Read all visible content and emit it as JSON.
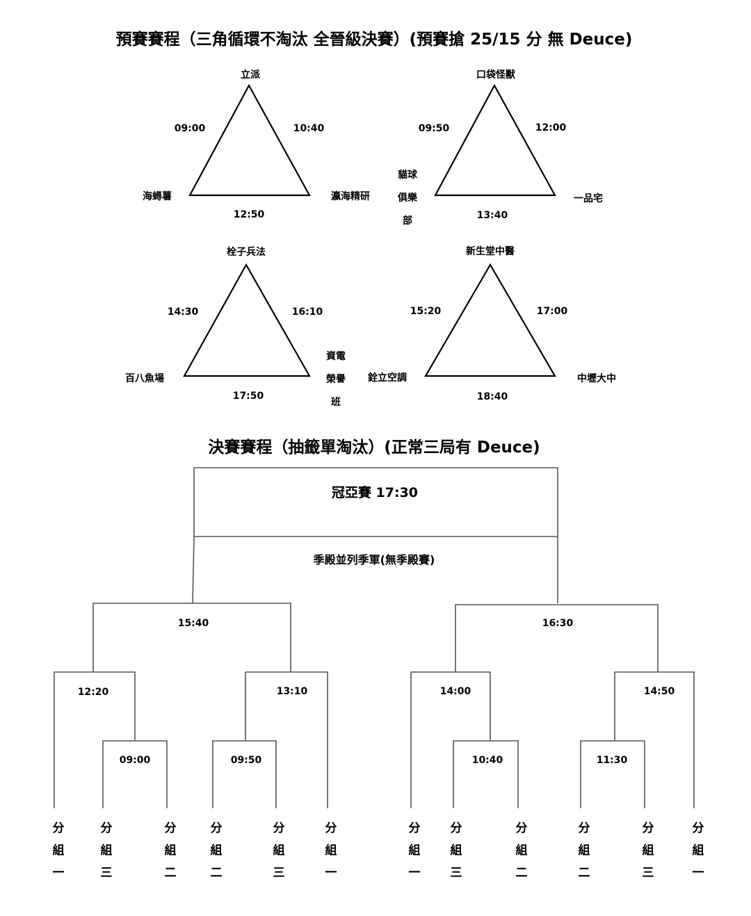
{
  "prelim": {
    "title": "預賽賽程（三角循環不淘汰  全晉級決賽）(預賽搶 25/15 分  無 Deuce)",
    "groups": [
      {
        "top": "立派",
        "left": "海蟳薯",
        "right": "瀛海精研",
        "t_left": "09:00",
        "t_right": "10:40",
        "t_bottom": "12:50"
      },
      {
        "top": "口袋怪獸",
        "left": [
          "貓球",
          "俱樂",
          "部"
        ],
        "right": "一品宅",
        "t_left": "09:50",
        "t_right": "12:00",
        "t_bottom": "13:40"
      },
      {
        "top": "栓子兵法",
        "left": "百八魚場",
        "right": [
          "資電",
          "榮譽",
          "班"
        ],
        "t_left": "14:30",
        "t_right": "16:10",
        "t_bottom": "17:50"
      },
      {
        "top": "新生堂中醫",
        "left": "銓立空調",
        "right": "中壢大中",
        "t_left": "15:20",
        "t_right": "17:00",
        "t_bottom": "18:40"
      }
    ]
  },
  "final": {
    "title": "決賽賽程（抽籤單淘汰）(正常三局有 Deuce)",
    "champion": "冠亞賽 17:30",
    "third": "季殿並列季軍(無季殿賽)",
    "semis": [
      "15:40",
      "16:30"
    ],
    "quarters": [
      "12:20",
      "13:10",
      "14:00",
      "14:50"
    ],
    "firsts": [
      "09:00",
      "09:50",
      "10:40",
      "11:30"
    ],
    "slots": [
      [
        "分",
        "組",
        "一"
      ],
      [
        "分",
        "組",
        "三"
      ],
      [
        "分",
        "組",
        "二"
      ],
      [
        "分",
        "組",
        "二"
      ],
      [
        "分",
        "組",
        "三"
      ],
      [
        "分",
        "組",
        "一"
      ],
      [
        "分",
        "組",
        "一"
      ],
      [
        "分",
        "組",
        "三"
      ],
      [
        "分",
        "組",
        "二"
      ],
      [
        "分",
        "組",
        "二"
      ],
      [
        "分",
        "組",
        "三"
      ],
      [
        "分",
        "組",
        "一"
      ]
    ]
  }
}
